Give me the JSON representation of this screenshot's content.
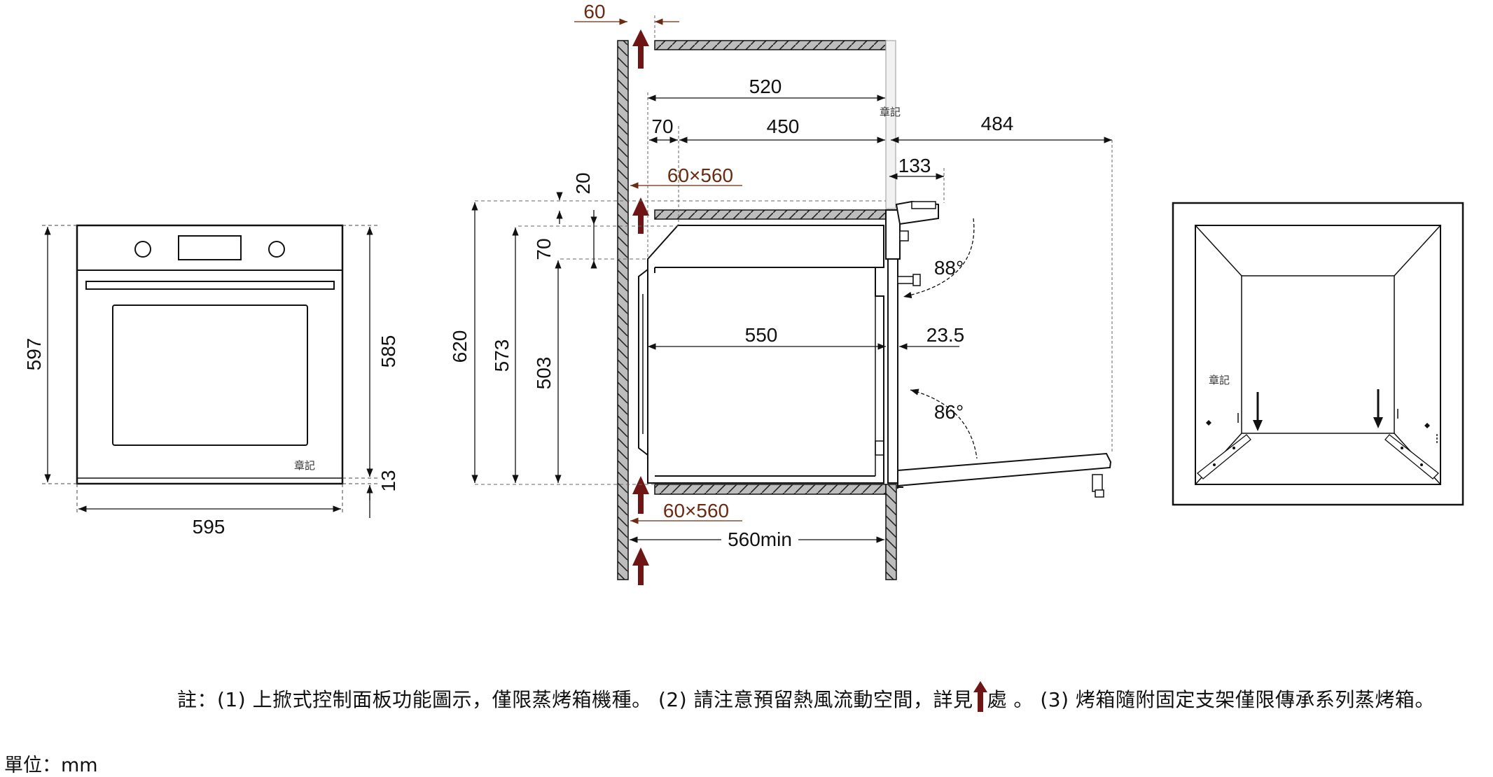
{
  "front_view": {
    "height_total": "597",
    "height_body": "585",
    "height_bottom": "13",
    "width": "595",
    "mark": "章記"
  },
  "side_view": {
    "gap_top": "60",
    "depth_520": "520",
    "depth_70": "70",
    "depth_450": "450",
    "door_484": "484",
    "vent_top": "60×560",
    "dim_20": "20",
    "dim_133": "133",
    "dim_70v": "70",
    "angle_88": "88°",
    "height_620": "620",
    "height_573": "573",
    "height_503": "503",
    "width_550": "550",
    "dim_23_5": "23.5",
    "angle_86": "86°",
    "vent_bottom": "60×560",
    "min_560": "560min",
    "mark": "章記"
  },
  "mount_view": {
    "mark": "章記"
  },
  "notes": {
    "part1": "註：(1) 上掀式控制面板功能圖示，僅限蒸烤箱機種。 (2) 請注意預留熱風流動空間，詳見",
    "part2": "處 。 (3) 烤箱隨附固定支架僅限傳承系列蒸烤箱。",
    "unit": "單位：mm"
  },
  "colors": {
    "line": "#111111",
    "hatch": "#b5b5b5",
    "accent_brown": "#6b2a12",
    "arrow_red": "#6e1515"
  }
}
